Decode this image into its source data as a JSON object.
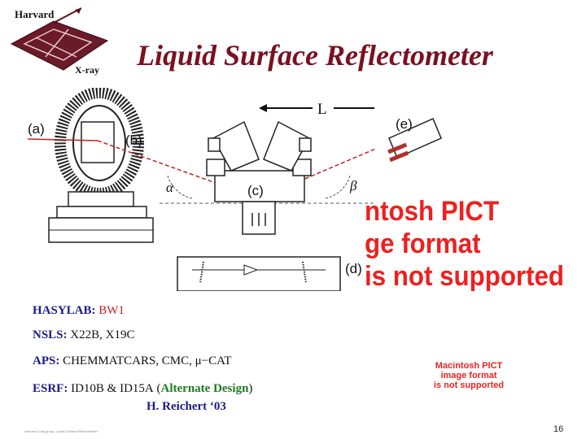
{
  "logo": {
    "line1": "Harvard",
    "line2": "X-ray"
  },
  "title": "Liquid Surface Reflectometer",
  "diagram": {
    "L_label": "L",
    "label_a": "(a)",
    "label_b": "(b)",
    "label_c": "(c)",
    "label_d": "(d)",
    "label_e": "(e)",
    "alpha": "α",
    "beta": "β"
  },
  "pict_placeholder_large": [
    "ntosh PICT",
    "ge format",
    "is not supported"
  ],
  "pict_placeholder_small": [
    "Macintosh PICT",
    "image format",
    "is not supported"
  ],
  "facilities": [
    {
      "name": "HASYLAB:",
      "value": "BW1"
    },
    {
      "name": "NSLS:",
      "value": "X22B, X19C"
    },
    {
      "name": "APS:",
      "value": "CHEMMATCARS, CMC, μ−CAT"
    },
    {
      "name": "ESRF:",
      "value": "ID10B & ID15A",
      "note_open": "(",
      "note": "Alternate Design",
      "note_close": ")"
    }
  ],
  "credit": "H. Reichert ‘03",
  "footer_small": "Harvard X-ray group, Liquid Surface Reflectometer",
  "page_number": "16",
  "colors": {
    "title": "#7a1020",
    "facility": "#1a1a8a",
    "pict_text": "#ee2020",
    "beam": "#c02020",
    "note": "#207a20"
  }
}
